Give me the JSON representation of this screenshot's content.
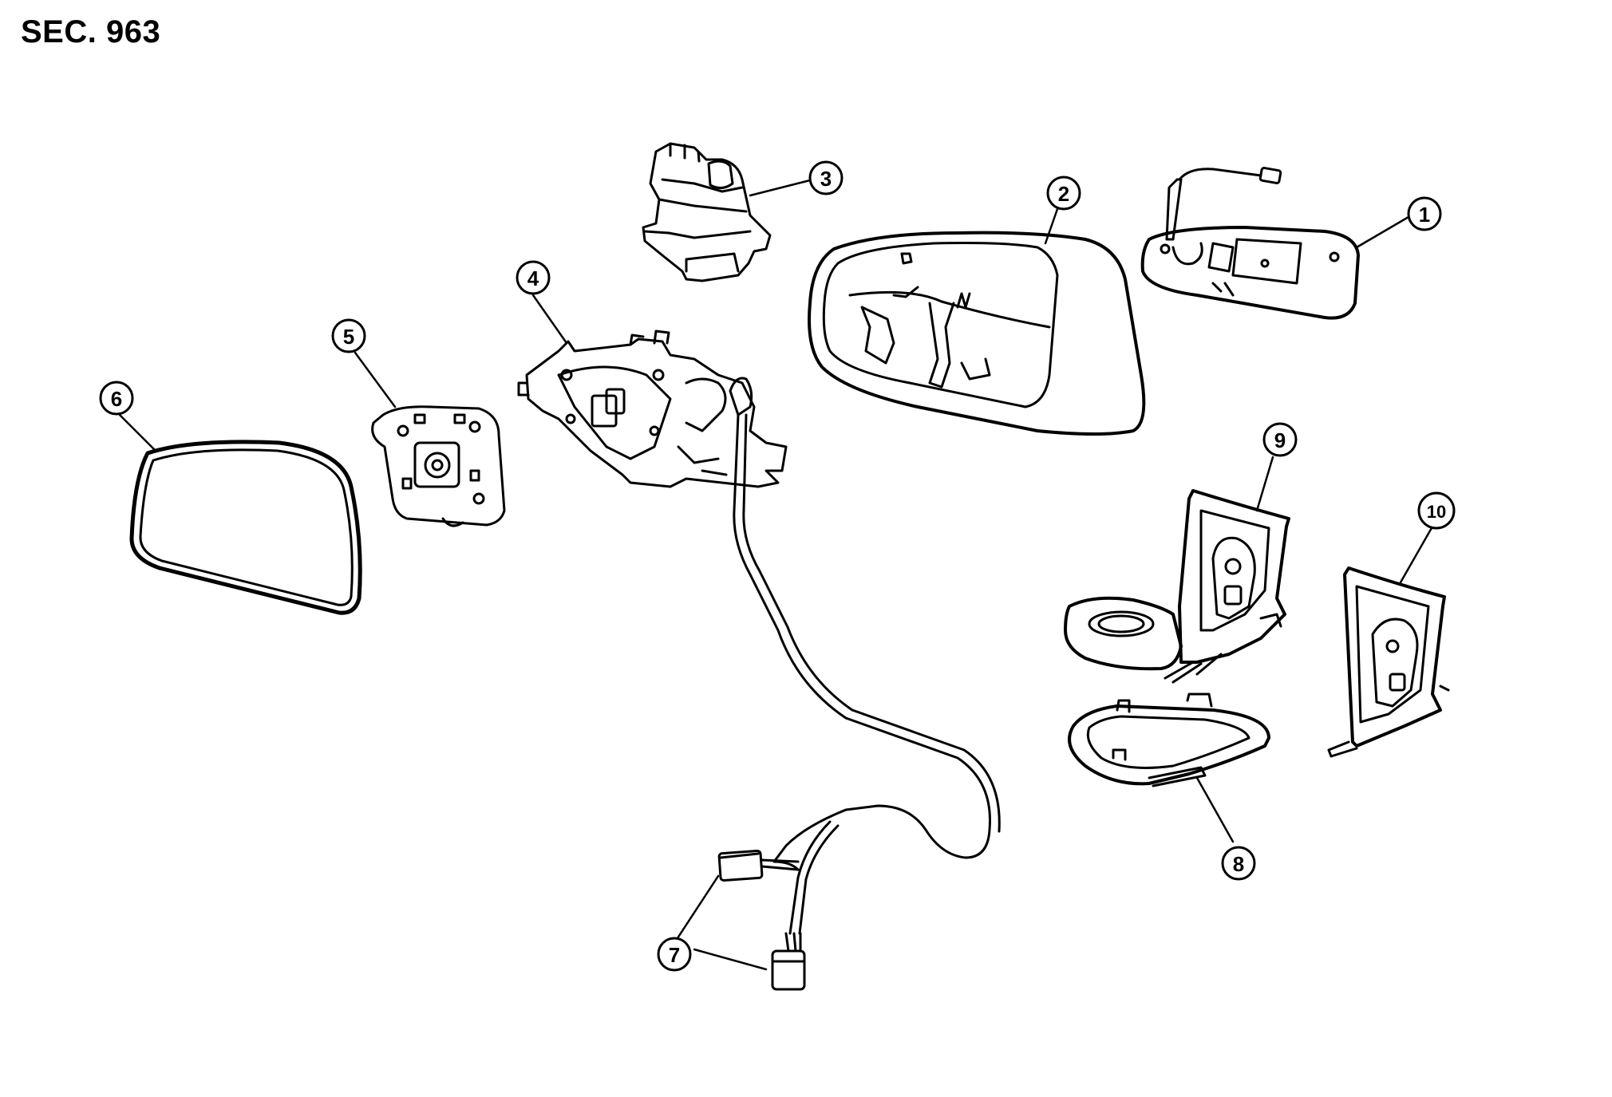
{
  "title": "SEC. 963",
  "callouts": [
    {
      "id": "1",
      "label": "①"
    },
    {
      "id": "2",
      "label": "②"
    },
    {
      "id": "3",
      "label": "③"
    },
    {
      "id": "4",
      "label": "④"
    },
    {
      "id": "5",
      "label": "⑤"
    },
    {
      "id": "6",
      "label": "⑥"
    },
    {
      "id": "7",
      "label": "⑦"
    },
    {
      "id": "8",
      "label": "⑧"
    },
    {
      "id": "9",
      "label": "⑨"
    },
    {
      "id": "10",
      "label": "⑩"
    }
  ]
}
